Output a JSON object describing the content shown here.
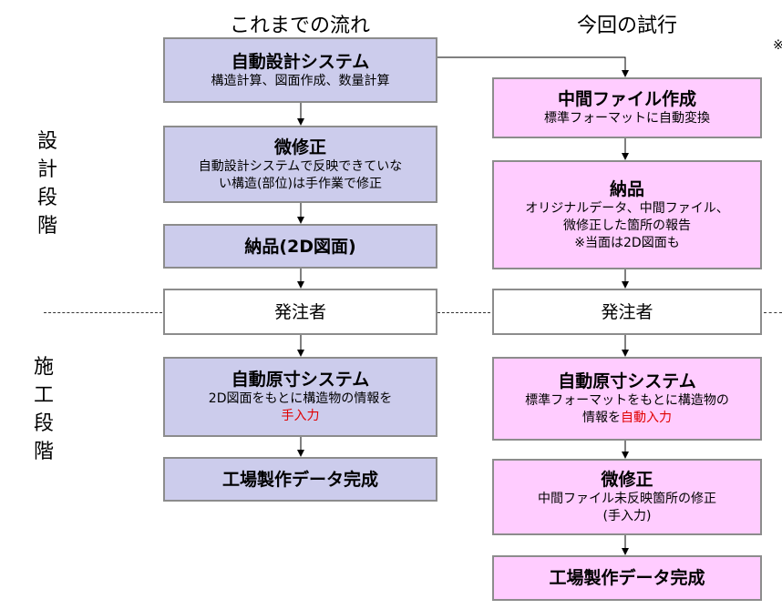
{
  "columns": {
    "left_title": "これまでの流れ",
    "right_title": "今回の試行"
  },
  "corner_mark": "※",
  "phases": {
    "design": [
      "設",
      "計",
      "段",
      "階"
    ],
    "construction": [
      "施",
      "工",
      "段",
      "階"
    ]
  },
  "left": {
    "auto_design": {
      "title": "自動設計システム",
      "sub": "構造計算、図面作成、数量計算"
    },
    "minor_fix": {
      "title": "微修正",
      "sub_line1": "自動設計システムで反映できていな",
      "sub_line2": "い構造(部位)は手作業で修正"
    },
    "delivery": {
      "title": "納品(2D図面)"
    },
    "orderer": {
      "title": "発注者"
    },
    "auto_cutting": {
      "title": "自動原寸システム",
      "sub_line1": "2D図面をもとに構造物の情報を",
      "sub_red": "手入力"
    },
    "factory": {
      "title": "工場製作データ完成"
    }
  },
  "right": {
    "intermediate": {
      "title": "中間ファイル作成",
      "sub": "標準フォーマットに自動変換"
    },
    "delivery": {
      "title": "納品",
      "sub_line1": "オリジナルデータ、中間ファイル、",
      "sub_line2": "微修正した箇所の報告",
      "sub_line3": "※当面は2D図面も"
    },
    "orderer": {
      "title": "発注者"
    },
    "auto_cutting": {
      "title": "自動原寸システム",
      "sub_line1": "標準フォーマットをもとに構造物の",
      "sub_line2_plain": "情報を",
      "sub_line2_red": "自動入力"
    },
    "minor_fix": {
      "title": "微修正",
      "sub_line1": "中間ファイル未反映箇所の修正",
      "sub_line2": "(手入力)"
    },
    "factory": {
      "title": "工場製作データ完成"
    }
  },
  "colors": {
    "blue_box": "#ccccec",
    "pink_box": "#ffccff",
    "border": "#8c8c8c",
    "red_text": "#e00000"
  }
}
